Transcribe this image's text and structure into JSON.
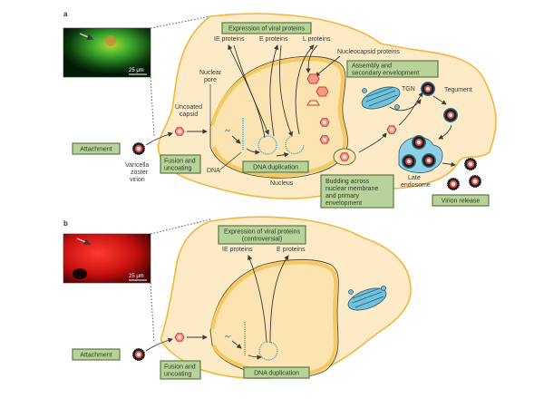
{
  "panel_a": {
    "label": "a",
    "micrograph": {
      "scale_bar": "25 μm",
      "stain_color": "#2ecc40"
    },
    "boxes": {
      "expression": "Expression of viral proteins",
      "assembly_line1": "Assembly and",
      "assembly_line2": "secondary envelopment",
      "attachment": "Attachment",
      "fusion_line1": "Fusion and",
      "fusion_line2": "uncoating",
      "dna_duplication": "DNA duplication",
      "budding_line1": "Budding across",
      "budding_line2": "nuclear membrane",
      "budding_line3": "and primary",
      "budding_line4": "envelopment",
      "virion_release": "Virion release"
    },
    "labels": {
      "ie_proteins": "IE proteins",
      "e_proteins": "E proteins",
      "l_proteins": "L proteins",
      "nucleocapsid_proteins": "Nucleocapsid proteins",
      "nuclear_pore_line1": "Nuclear",
      "nuclear_pore_line2": "pore",
      "uncoated_capsid_line1": "Uncoated",
      "uncoated_capsid_line2": "capsid",
      "virion_line1": "Varicella",
      "virion_line2": "zoster",
      "virion_line3": "virion",
      "dna": "DNA",
      "nucleus": "Nucleus",
      "tgn": "TGN",
      "tegument": "Tegument",
      "late_endosome_line1": "Late",
      "late_endosome_line2": "endosome"
    }
  },
  "panel_b": {
    "label": "b",
    "micrograph": {
      "scale_bar": "25 μm",
      "stain_color": "#e0141a"
    },
    "boxes": {
      "expression_line1": "Expression of viral proteins",
      "expression_line2": "(controversial)",
      "attachment": "Attachment",
      "fusion_line1": "Fusion and",
      "fusion_line2": "uncoating",
      "dna_duplication": "DNA duplication"
    },
    "labels": {
      "ie_proteins": "IE proteins",
      "e_proteins": "E proteins"
    }
  },
  "colors": {
    "box_fill": "#b7d39a",
    "cell_fill": "#fdebc8",
    "cell_outline": "#f3b63a",
    "capsid": "#d63a2a",
    "golgi": "#6fc1dc"
  }
}
